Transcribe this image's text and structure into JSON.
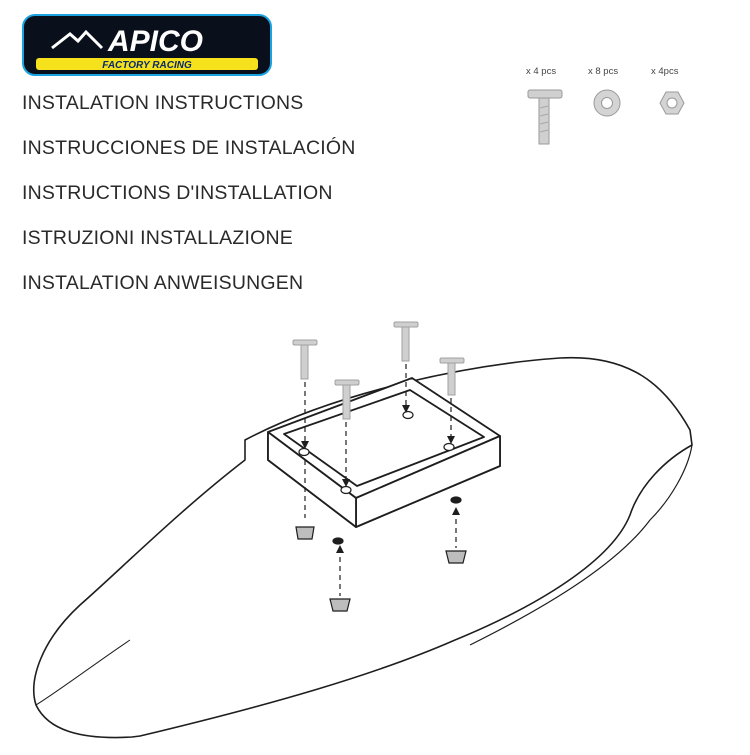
{
  "logo": {
    "brand": "APICO",
    "tagline": "FACTORY RACING",
    "colors": {
      "frame": "#0a0f1c",
      "accent": "#1aa3e0",
      "tagline_bg": "#f6e21c"
    }
  },
  "titles": [
    "INSTALATION INSTRUCTIONS",
    "INSTRUCCIONES DE INSTALACIÓN",
    "INSTRUCTIONS D'INSTALLATION",
    "ISTRUZIONI INSTALLAZIONE",
    "INSTALATION ANWEISUNGEN"
  ],
  "hardware": [
    {
      "icon": "bolt-icon",
      "quantity": "x 4 pcs"
    },
    {
      "icon": "washer-icon",
      "quantity": "x 8 pcs"
    },
    {
      "icon": "nut-icon",
      "quantity": "x 4pcs"
    }
  ],
  "diagram": {
    "subject": "fender-with-mounted-box",
    "line_color": "#1e1e1e",
    "part_color": "#c9c9c9"
  }
}
